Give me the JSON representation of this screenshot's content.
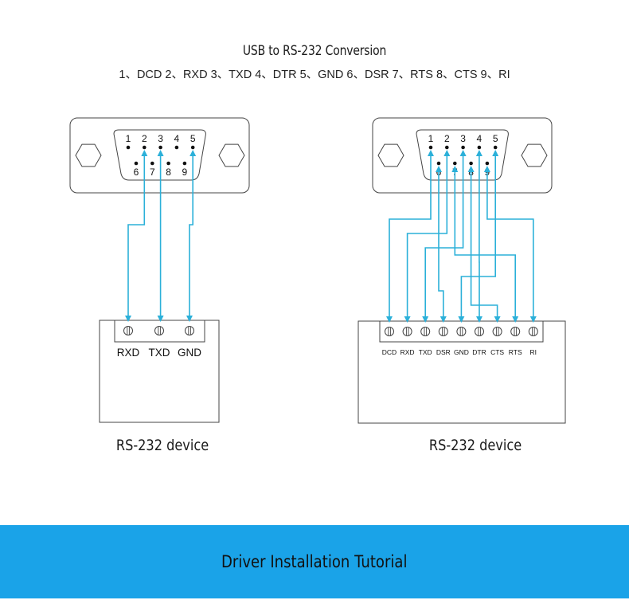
{
  "header": {
    "title": "USB to RS-232 Conversion",
    "pinout": "1、DCD 2、RXD 3、TXD 4、DTR 5、GND 6、DSR 7、RTS 8、CTS 9、RI"
  },
  "connector_pins": {
    "top": [
      "1",
      "2",
      "3",
      "4",
      "5"
    ],
    "bottom": [
      "6",
      "7",
      "8",
      "9"
    ]
  },
  "left_device": {
    "caption": "RS-232 device",
    "terminals": [
      "RXD",
      "TXD",
      "GND"
    ]
  },
  "right_device": {
    "caption": "RS-232 device",
    "terminals": [
      "DCD",
      "RXD",
      "TXD",
      "DSR",
      "GND",
      "DTR",
      "CTS",
      "RTS",
      "RI"
    ]
  },
  "colors": {
    "wire": "#2bb0d9",
    "banner": "#1aa3e8",
    "outline": "#444444"
  },
  "footer": {
    "text": "Driver Installation Tutorial"
  }
}
